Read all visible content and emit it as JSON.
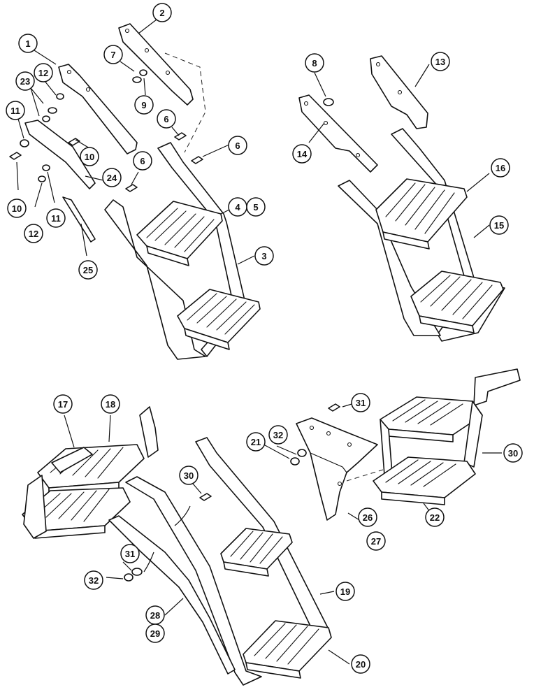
{
  "diagram": {
    "type": "exploded parts diagram",
    "callouts": [
      {
        "label": "1"
      },
      {
        "label": "2"
      },
      {
        "label": "7"
      },
      {
        "label": "12"
      },
      {
        "label": "23"
      },
      {
        "label": "9"
      },
      {
        "label": "11"
      },
      {
        "label": "6"
      },
      {
        "label": "10"
      },
      {
        "label": "6"
      },
      {
        "label": "24"
      },
      {
        "label": "6"
      },
      {
        "label": "10"
      },
      {
        "label": "12"
      },
      {
        "label": "11"
      },
      {
        "label": "4"
      },
      {
        "label": "5"
      },
      {
        "label": "25"
      },
      {
        "label": "3"
      },
      {
        "label": "8"
      },
      {
        "label": "13"
      },
      {
        "label": "14"
      },
      {
        "label": "16"
      },
      {
        "label": "15"
      },
      {
        "label": "17"
      },
      {
        "label": "18"
      },
      {
        "label": "30"
      },
      {
        "label": "31"
      },
      {
        "label": "32"
      },
      {
        "label": "21"
      },
      {
        "label": "30"
      },
      {
        "label": "26"
      },
      {
        "label": "27"
      },
      {
        "label": "22"
      },
      {
        "label": "31"
      },
      {
        "label": "32"
      },
      {
        "label": "19"
      },
      {
        "label": "28"
      },
      {
        "label": "29"
      },
      {
        "label": "20"
      }
    ]
  }
}
